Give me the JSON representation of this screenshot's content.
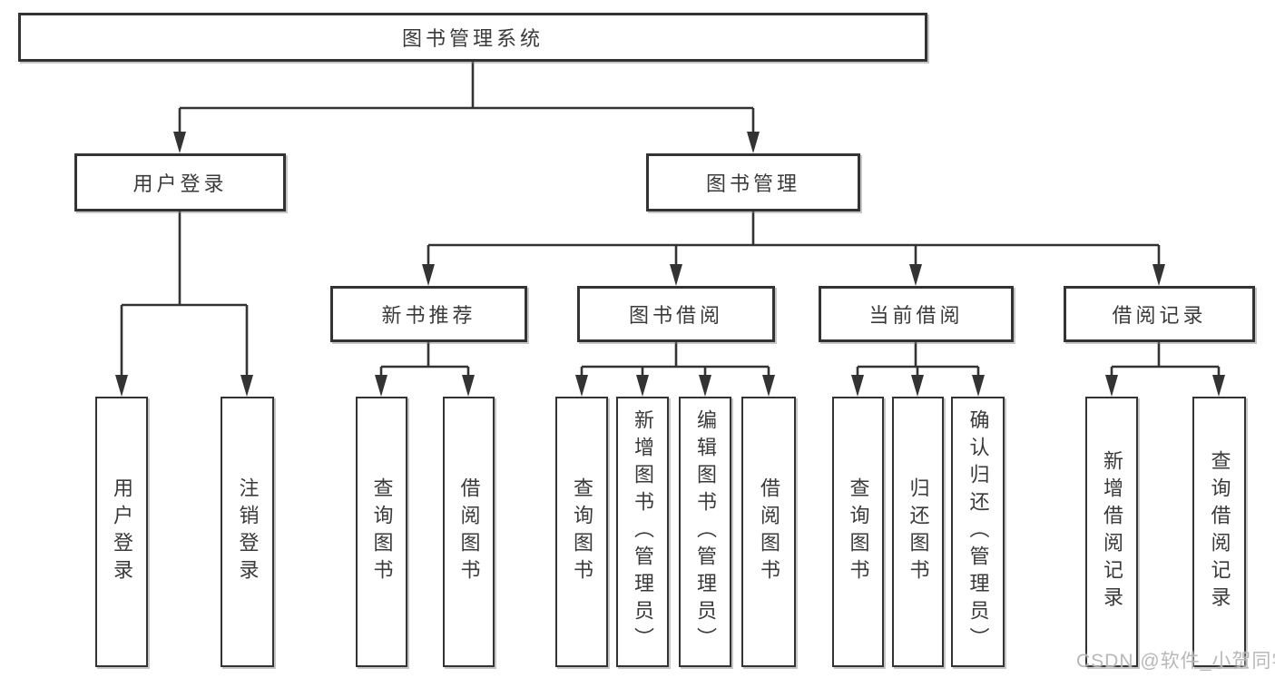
{
  "diagram": {
    "type": "hierarchy-tree",
    "title": "图书管理系统",
    "tree": {
      "label": "图书管理系统",
      "children": [
        {
          "label": "用户登录",
          "children": [
            {
              "label": "用户登录"
            },
            {
              "label": "注销登录"
            }
          ]
        },
        {
          "label": "图书管理",
          "children": [
            {
              "label": "新书推荐",
              "children": [
                {
                  "label": "查询图书"
                },
                {
                  "label": "借阅图书"
                }
              ]
            },
            {
              "label": "图书借阅",
              "children": [
                {
                  "label": "查询图书"
                },
                {
                  "label": "新增图书（管理员）"
                },
                {
                  "label": "编辑图书（管理员）"
                },
                {
                  "label": "借阅图书"
                }
              ]
            },
            {
              "label": "当前借阅",
              "children": [
                {
                  "label": "查询图书"
                },
                {
                  "label": "归还图书"
                },
                {
                  "label": "确认归还（管理员）"
                }
              ]
            },
            {
              "label": "借阅记录",
              "children": [
                {
                  "label": "新增借阅记录"
                },
                {
                  "label": "查询借阅记录"
                }
              ]
            }
          ]
        }
      ]
    },
    "colors": {
      "line": "#333333",
      "box_border": "#333333",
      "box_fill": "#ffffff",
      "text": "#3a3a3a",
      "watermark": "#b2b2b2",
      "background": "#ffffff"
    }
  },
  "watermark": {
    "text": "CSDN @软件_小贺同学"
  }
}
